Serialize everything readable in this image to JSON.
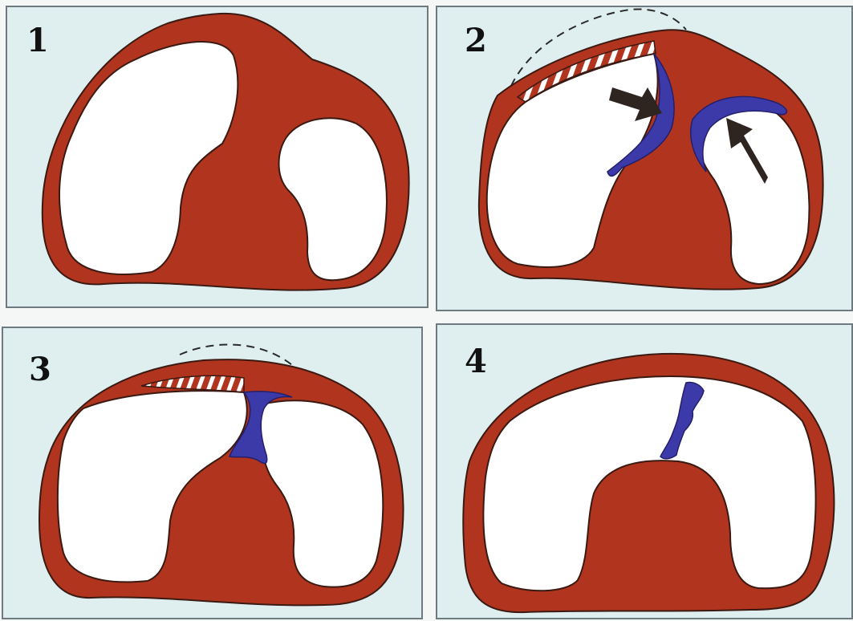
{
  "colors": {
    "background": "#dfeff0",
    "myocardium": "#b0341e",
    "outline": "#3a1a12",
    "lesion": "#3b3aa8",
    "lumen": "#ffffff"
  },
  "panels": [
    {
      "id": "1",
      "label": "1"
    },
    {
      "id": "2",
      "label": "2"
    },
    {
      "id": "3",
      "label": "3"
    },
    {
      "id": "4",
      "label": "4"
    }
  ]
}
